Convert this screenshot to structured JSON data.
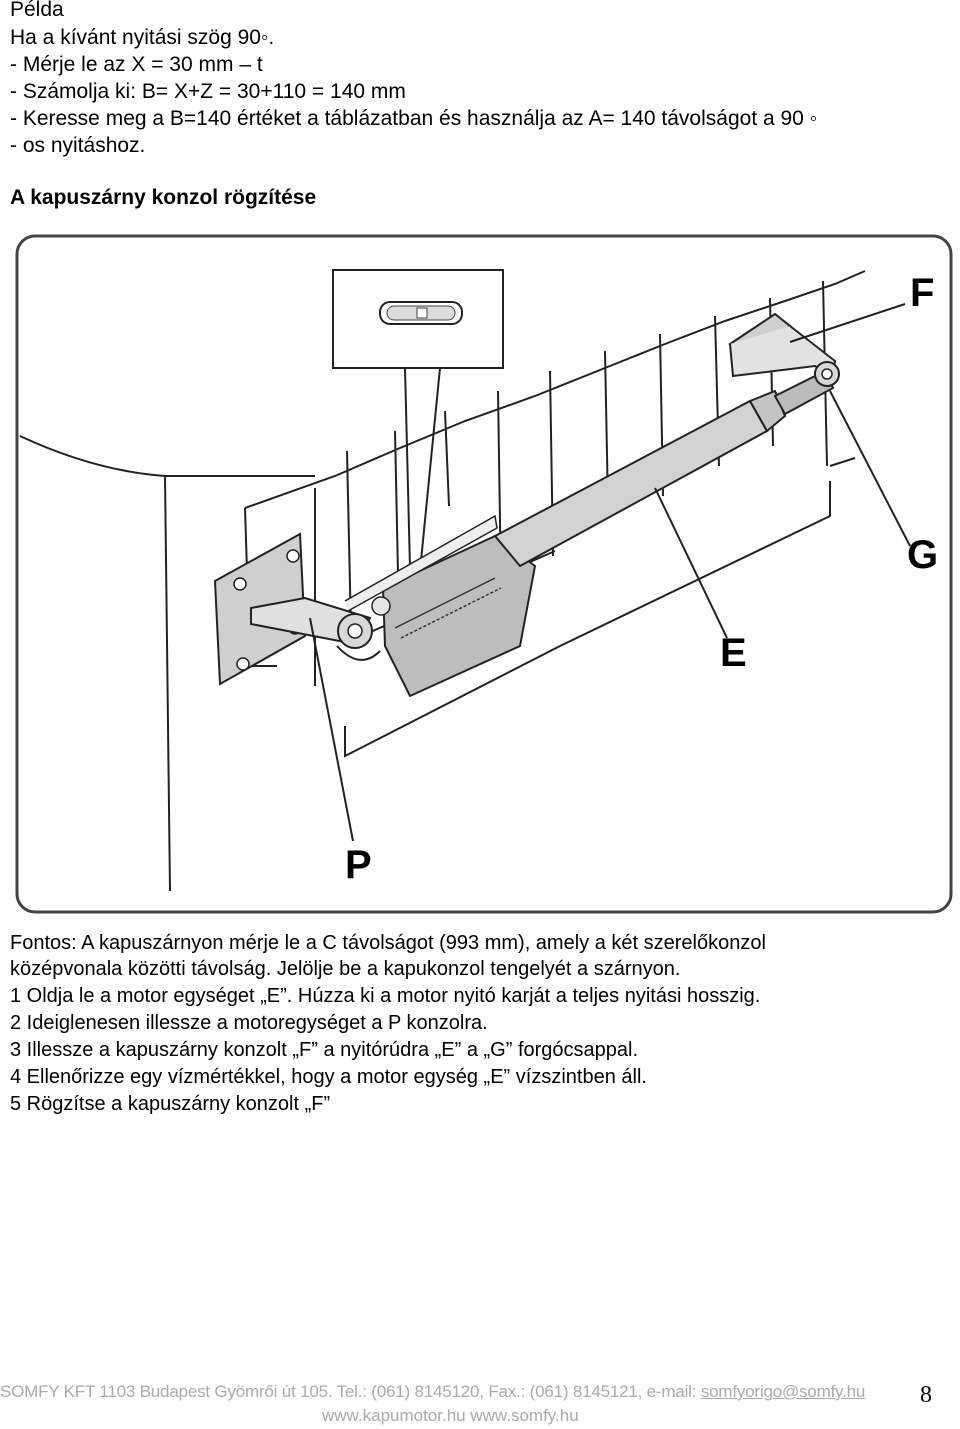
{
  "intro": {
    "title": "Példa",
    "lines": [
      "Ha a kívánt nyitási szög 90◦.",
      "- Mérje le az X = 30 mm – t",
      "- Számolja ki: B= X+Z = 30+110 = 140 mm",
      "- Keresse meg a B=140 értéket a táblázatban és használja az A= 140  távolságot a 90 ◦",
      "- os nyitáshoz."
    ]
  },
  "section_heading": "A kapuszárny konzol rögzítése",
  "figure": {
    "labels": {
      "F": "F",
      "G": "G",
      "E": "E",
      "P": "P"
    }
  },
  "body": {
    "lines": [
      "Fontos: A kapuszárnyon mérje le a C távolságot (993 mm), amely a két szerelőkonzol",
      "középvonala közötti távolság. Jelölje be a kapukonzol tengelyét a szárnyon.",
      "1  Oldja le a motor egységet „E”. Húzza ki a motor nyitó karját a teljes nyitási hosszig.",
      "2  Ideiglenesen illessze a motoregységet a P konzolra.",
      "3  Illessze a kapuszárny konzolt „F” a nyitórúdra „E” a „G” forgócsappal.",
      "4  Ellenőrizze egy vízmértékkel, hogy a motor egység „E”  vízszintben áll.",
      "5 Rögzítse a kapuszárny konzolt „F”"
    ]
  },
  "footer": {
    "company": "SOMFY KFT 1103 Budapest Gyömrői út 105. Tel.: (061) 8145120, Fax.: (061) 8145121, e-mail: ",
    "email": "somfyorigo@somfy.hu",
    "websites": "www.kapumotor.hu www.somfy.hu",
    "page_number": "8"
  }
}
